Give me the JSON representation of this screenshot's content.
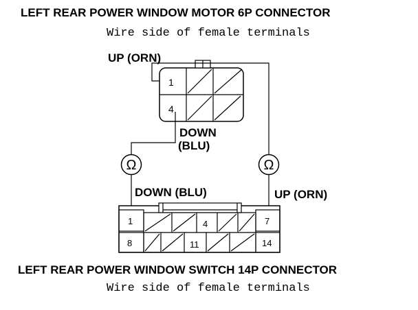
{
  "motor_connector": {
    "title": "LEFT REAR POWER WINDOW MOTOR 6P CONNECTOR",
    "subtitle": "Wire side of female terminals",
    "up_label": "UP (ORN)",
    "down_label_line1": "DOWN",
    "down_label_line2": "(BLU)",
    "pins": {
      "p1": "1",
      "p4": "4"
    }
  },
  "meters": {
    "left_symbol": "Ω",
    "right_symbol": "Ω"
  },
  "switch_connector": {
    "title": "LEFT REAR POWER WINDOW SWITCH 14P CONNECTOR",
    "subtitle": "Wire side of female terminals",
    "down_label": "DOWN (BLU)",
    "up_label": "UP (ORN)",
    "pins": {
      "p1": "1",
      "p4": "4",
      "p7": "7",
      "p8": "8",
      "p11": "11",
      "p14": "14"
    }
  },
  "colors": {
    "ink": "#000000",
    "background": "#ffffff"
  }
}
